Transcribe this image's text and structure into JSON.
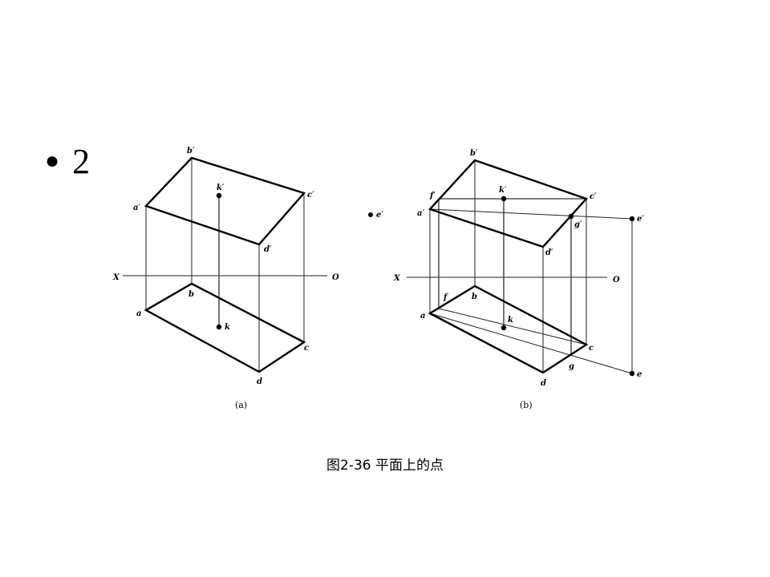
{
  "slide": {
    "bullet_text": "2",
    "caption": "图2-36  平面上的点"
  },
  "figure_a": {
    "label": "(a)",
    "points": {
      "b_prime": "b′",
      "a_prime": "a′",
      "c_prime": "c′",
      "d_prime": "d′",
      "k_prime": "k′",
      "a": "a",
      "b": "b",
      "c": "c",
      "d": "d",
      "k": "k"
    },
    "axis_x": "X",
    "axis_o": "O"
  },
  "figure_b": {
    "label": "(b)",
    "points": {
      "b_prime": "b′",
      "a_prime": "a′",
      "c_prime": "c′",
      "d_prime": "d′",
      "k_prime": "k′",
      "f_prime": "f′",
      "g_prime": "g′",
      "e_prime": "e′",
      "e_prime_lone": "e′",
      "a": "a",
      "b": "b",
      "c": "c",
      "d": "d",
      "k": "k",
      "f": "f",
      "g": "g",
      "e": "e"
    },
    "axis_x": "X",
    "axis_o": "O"
  }
}
